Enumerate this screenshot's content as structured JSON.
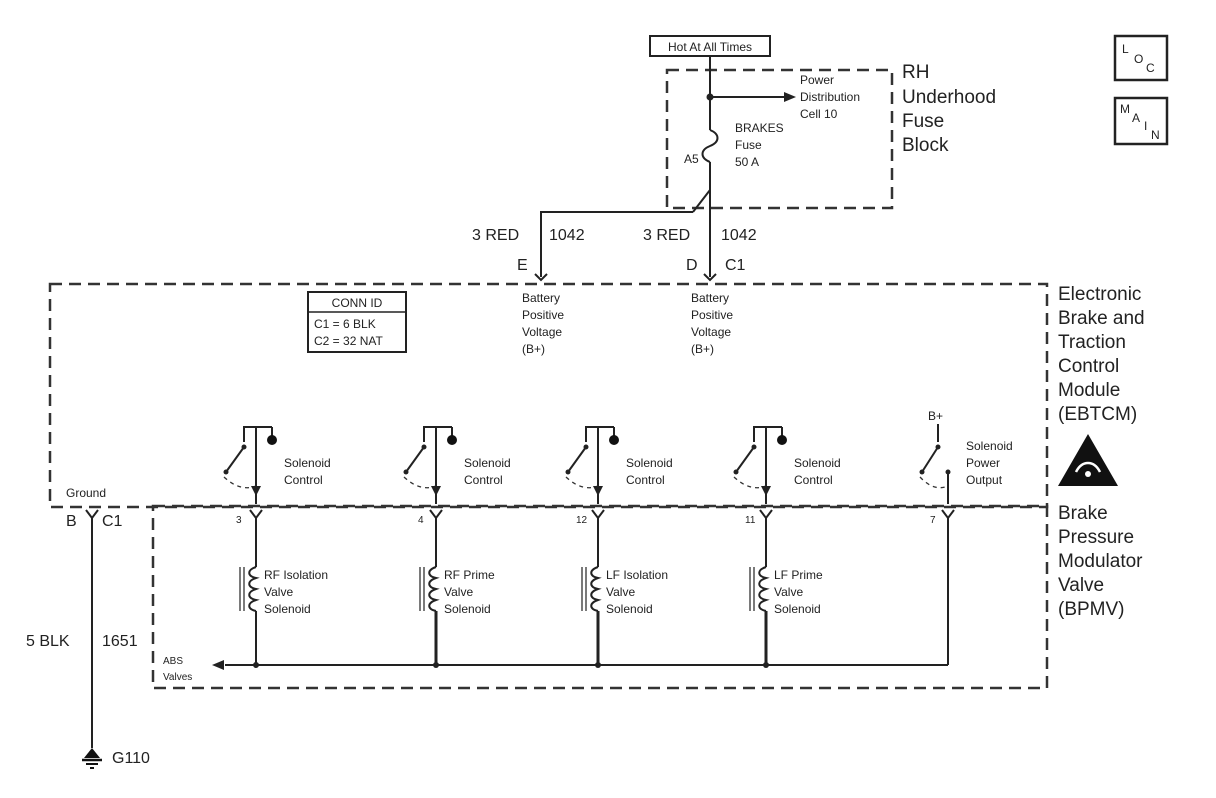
{
  "fuse_block": {
    "hot_label": "Hot At All Times",
    "title_lines": [
      "RH",
      "Underhood",
      "Fuse",
      "Block"
    ],
    "power_dist_lines": [
      "Power",
      "Distribution",
      "Cell 10"
    ],
    "fuse_lines": [
      "BRAKES",
      "Fuse",
      "50 A"
    ],
    "fuse_pin": "A5"
  },
  "wires": {
    "left": {
      "gauge": "3 RED",
      "circuit": "1042",
      "pin": "E"
    },
    "right": {
      "gauge": "3 RED",
      "circuit": "1042",
      "pin": "D",
      "connector": "C1"
    }
  },
  "ebtcm": {
    "title_lines": [
      "Electronic",
      "Brake and",
      "Traction",
      "Control",
      "Module",
      "(EBTCM)"
    ],
    "conn_id": {
      "header": "CONN ID",
      "rows": [
        "C1 = 6 BLK",
        "C2 = 32 NAT"
      ]
    },
    "batt_left_lines": [
      "Battery",
      "Positive",
      "Voltage",
      "(B+)"
    ],
    "batt_right_lines": [
      "Battery",
      "Positive",
      "Voltage",
      "(B+)"
    ],
    "ground_label": "Ground",
    "ground_pin": "B",
    "ground_connector": "C1",
    "b_plus": "B+",
    "solenoid_controls": [
      {
        "lines": [
          "Solenoid",
          "Control"
        ]
      },
      {
        "lines": [
          "Solenoid",
          "Control"
        ]
      },
      {
        "lines": [
          "Solenoid",
          "Control"
        ]
      },
      {
        "lines": [
          "Solenoid",
          "Control"
        ]
      }
    ],
    "power_output_lines": [
      "Solenoid",
      "Power",
      "Output"
    ]
  },
  "bpmv": {
    "title_lines": [
      "Brake",
      "Pressure",
      "Modulator",
      "Valve",
      "(BPMV)"
    ],
    "pins": [
      "3",
      "4",
      "12",
      "11",
      "7"
    ],
    "solenoids": [
      {
        "lines": [
          "RF Isolation",
          "Valve",
          "Solenoid"
        ]
      },
      {
        "lines": [
          "RF Prime",
          "Valve",
          "Solenoid"
        ]
      },
      {
        "lines": [
          "LF Isolation",
          "Valve",
          "Solenoid"
        ]
      },
      {
        "lines": [
          "LF Prime",
          "Valve",
          "Solenoid"
        ]
      }
    ],
    "abs_lines": [
      "ABS",
      "Valves"
    ]
  },
  "ground_wire": {
    "gauge": "5 BLK",
    "circuit": "1651",
    "ground_id": "G110"
  },
  "nav": {
    "loc": [
      "L",
      "O",
      "C"
    ],
    "main": [
      "M",
      "A",
      "I",
      "N"
    ]
  }
}
